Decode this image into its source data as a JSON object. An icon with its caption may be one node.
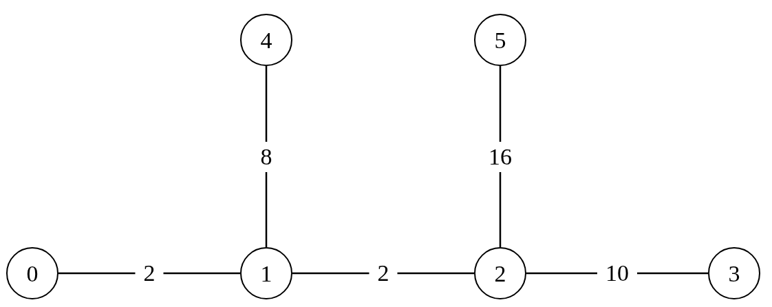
{
  "diagram": {
    "nodes": [
      {
        "text": [
          "4"
        ]
      },
      {
        "text": [
          "5"
        ]
      },
      {
        "text": [
          "0"
        ]
      },
      {
        "text": [
          "1"
        ]
      },
      {
        "text": [
          "2"
        ]
      },
      {
        "text": [
          "3"
        ]
      }
    ],
    "edges": [
      {
        "from": 2,
        "to": 3,
        "arrow": "none",
        "label": "2"
      },
      {
        "from": 0,
        "to": 3,
        "arrow": "none",
        "label": "8"
      },
      {
        "from": 3,
        "to": 4,
        "arrow": "none",
        "label": "2"
      },
      {
        "from": 1,
        "to": 4,
        "arrow": "none",
        "label": "16"
      },
      {
        "from": 4,
        "to": 5,
        "arrow": "none",
        "label": "10"
      }
    ]
  }
}
